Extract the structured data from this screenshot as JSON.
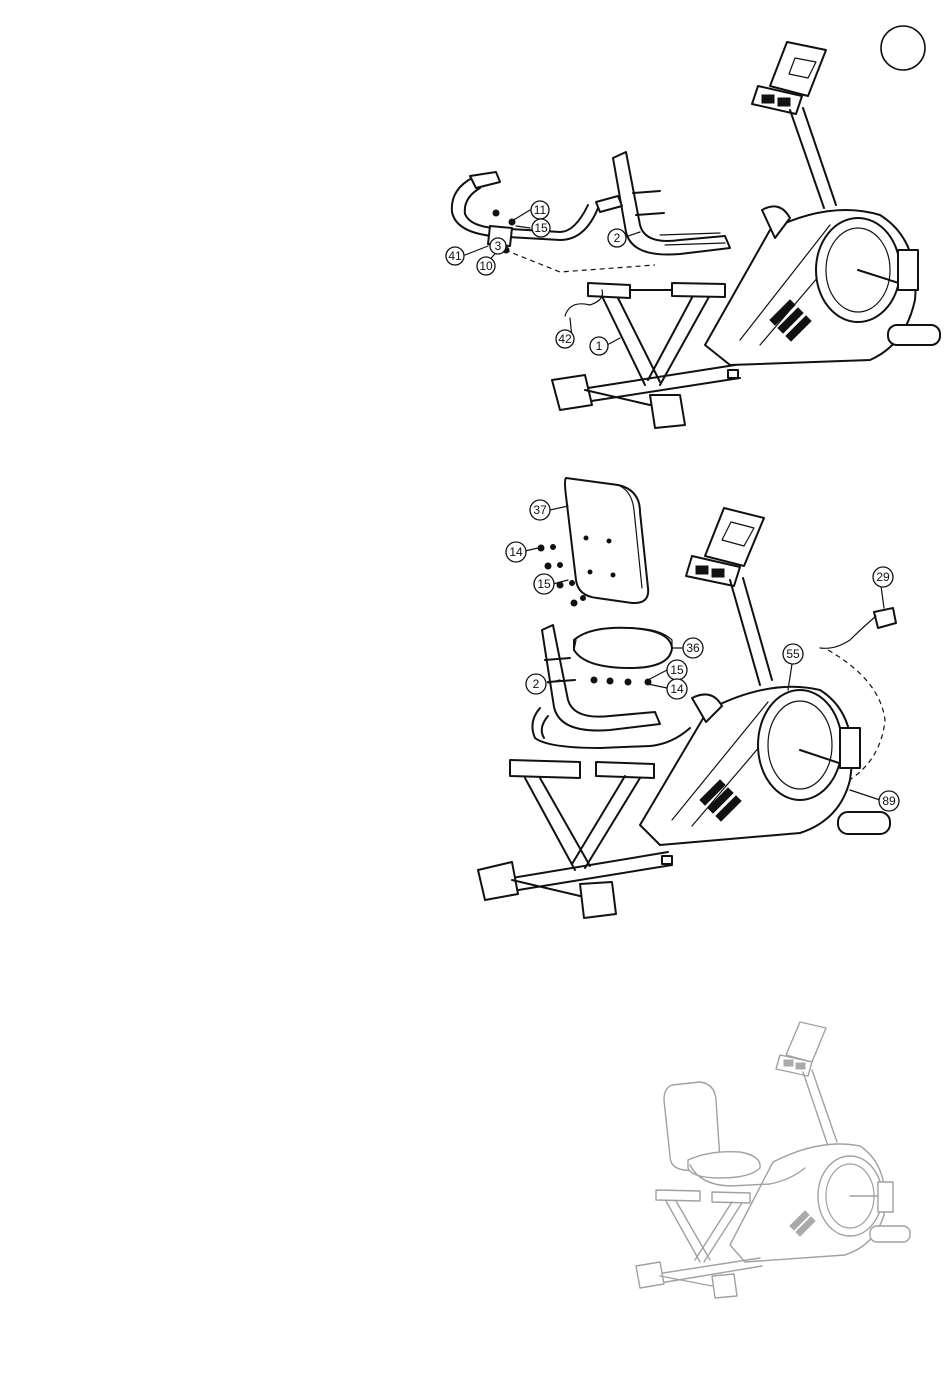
{
  "step_number": "",
  "diagrams": [
    {
      "id": "frame-and-handlebar",
      "callouts": [
        "11",
        "15",
        "2",
        "41",
        "3",
        "10",
        "42",
        "1"
      ]
    },
    {
      "id": "seat-backrest-and-adapter",
      "callouts": [
        "37",
        "14",
        "15",
        "29",
        "36",
        "55",
        "15",
        "14",
        "2",
        "89"
      ]
    },
    {
      "id": "assembled-bike",
      "callouts": []
    }
  ]
}
